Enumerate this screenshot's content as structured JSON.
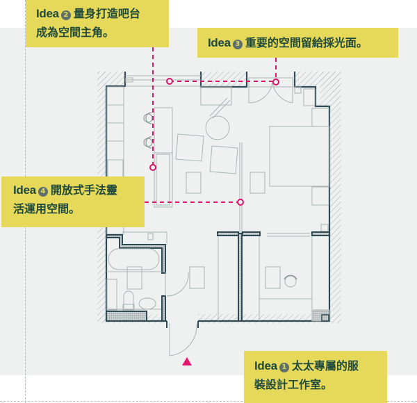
{
  "diagram": {
    "type": "floor-plan",
    "colors": {
      "background_band": "#eff1f1",
      "callout_fill": "#e6d95a",
      "callout_text": "#1f4a3c",
      "number_badge": "#5f6f6c",
      "wall": "#2e4b55",
      "furniture_line": "#a9b2b4",
      "leader_line": "#d9146a",
      "entry_marker": "#e0176a"
    }
  },
  "callouts": [
    {
      "id": "idea-2",
      "prefix": "Idea",
      "number": "2",
      "line1": "量身打造吧台",
      "line2": "成為空間主角。"
    },
    {
      "id": "idea-3",
      "prefix": "Idea",
      "number": "3",
      "line1": "重要的空間留給採光面。"
    },
    {
      "id": "idea-4",
      "prefix": "Idea",
      "number": "4",
      "line1": "開放式手法靈",
      "line2": "活運用空間。"
    },
    {
      "id": "idea-1",
      "prefix": "Idea",
      "number": "1",
      "line1": "太太專屬的服",
      "line2": "裝設計工作室。"
    }
  ],
  "markers": {
    "entry_icon": "triangle-up-icon"
  }
}
